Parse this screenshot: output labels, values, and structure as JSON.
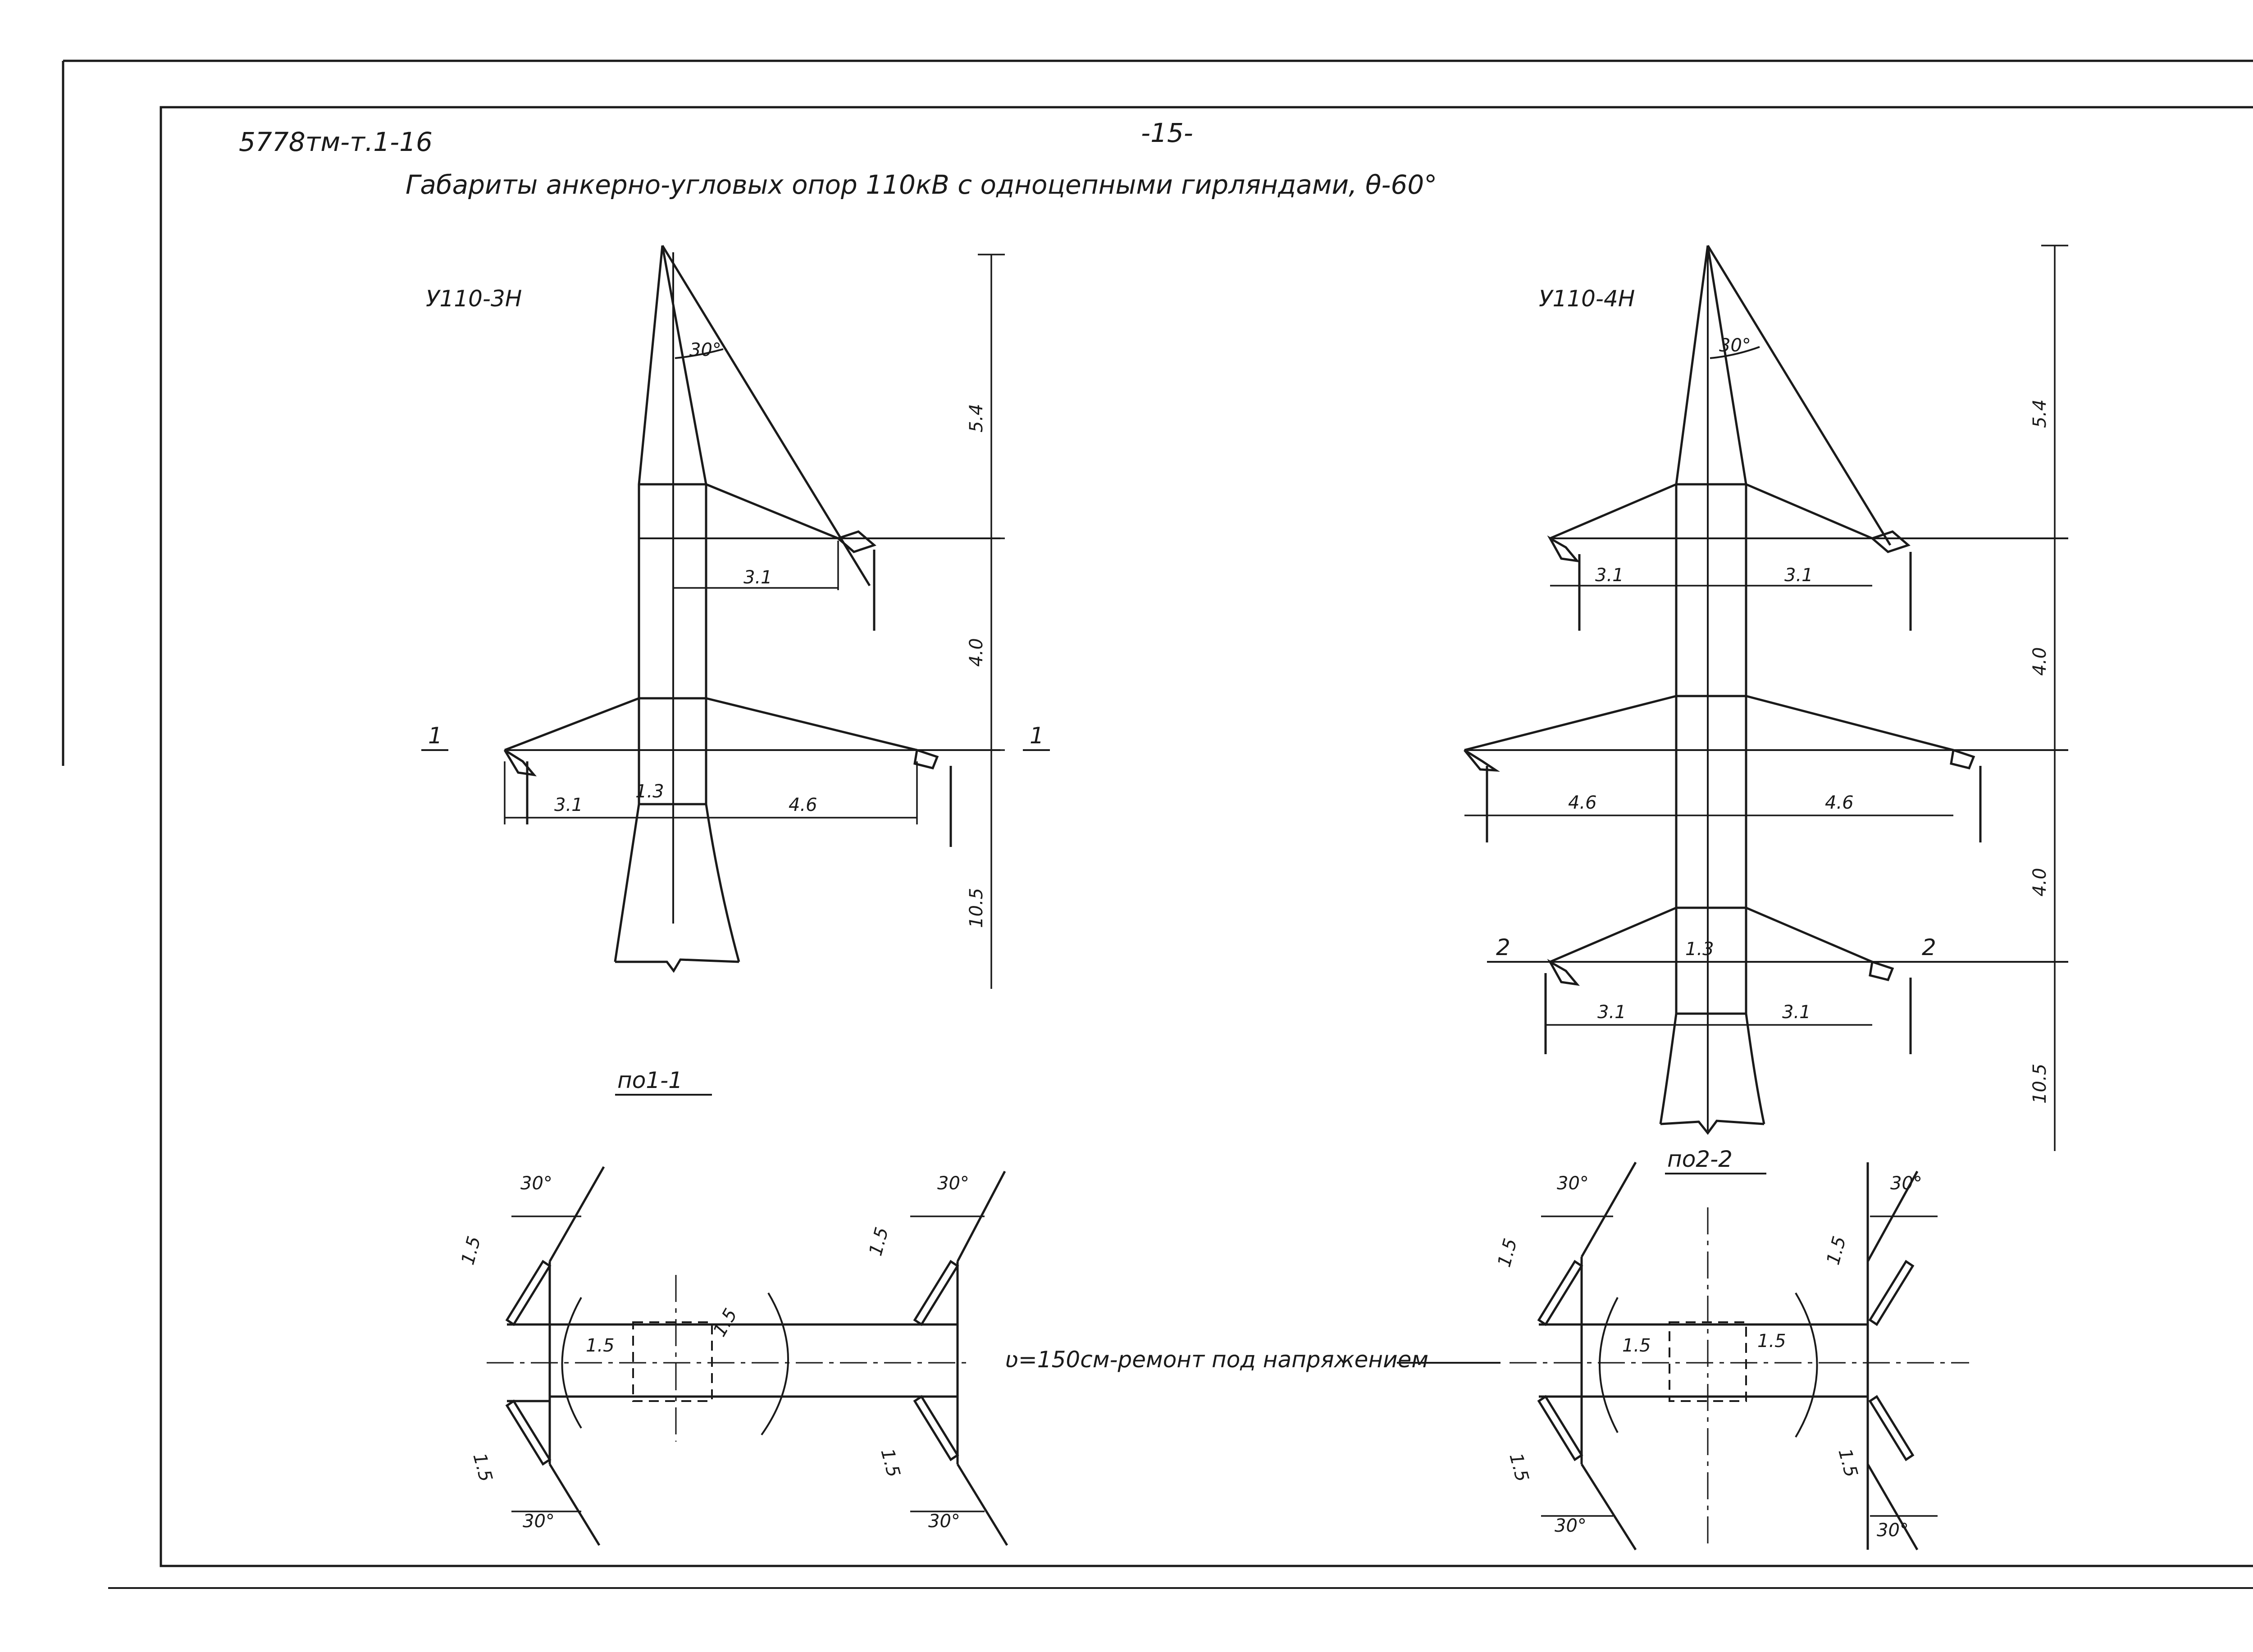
{
  "sheet": {
    "code": "5778тм-т.1-16",
    "page": "-15-",
    "title": "Габариты анкерно-угловых опор 110кВ с одноцепными гирляндами, θ-60°"
  },
  "tower_left": {
    "name": "У110-3Н",
    "section_mark": "1",
    "dims": {
      "h_top": "5.4",
      "h_mid": "4.0",
      "h_bottom": "10.5",
      "upper_arm": "3.1",
      "lower_left_arm": "3.1",
      "lower_right_arm": "4.6",
      "width": "1.3",
      "angle": "30°"
    }
  },
  "tower_right": {
    "name": "У110-4Н",
    "section_mark": "2",
    "dims": {
      "h_top": "5.4",
      "h_mid1": "4.0",
      "h_mid2": "4.0",
      "h_bottom": "10.5",
      "upper_left_arm": "3.1",
      "upper_right_arm": "3.1",
      "middle_left_arm": "4.6",
      "middle_right_arm": "4.6",
      "lower_left_arm": "3.1",
      "lower_right_arm": "3.1",
      "width": "1.3",
      "angle": "30°"
    }
  },
  "plan_left": {
    "title": "по1-1",
    "radius": "1.5",
    "angle": "30°"
  },
  "plan_right": {
    "title": "по2-2",
    "radius": "1.5",
    "angle": "30°"
  },
  "note": "ʋ=150см-ремонт под напряжением"
}
